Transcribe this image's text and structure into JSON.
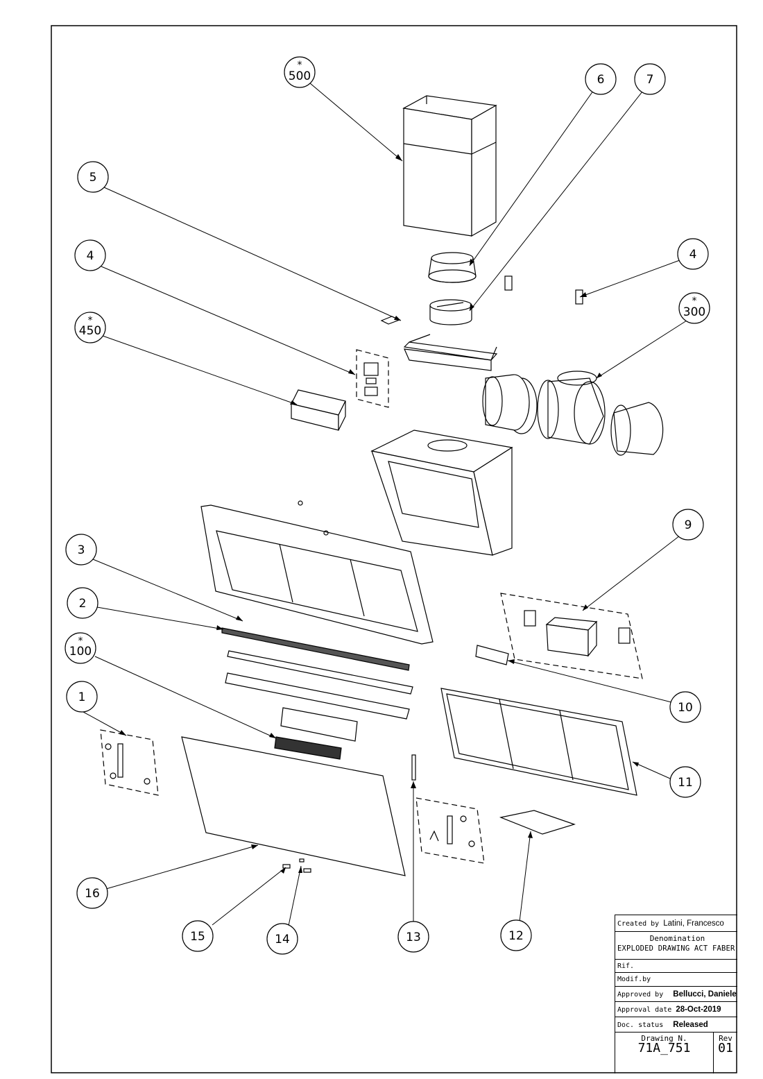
{
  "callouts": [
    {
      "label": "500",
      "star": true
    },
    {
      "label": "6",
      "star": false
    },
    {
      "label": "7",
      "star": false
    },
    {
      "label": "5",
      "star": false
    },
    {
      "label": "4",
      "star": false
    },
    {
      "label": "4",
      "star": false
    },
    {
      "label": "300",
      "star": true
    },
    {
      "label": "450",
      "star": true
    },
    {
      "label": "3",
      "star": false
    },
    {
      "label": "9",
      "star": false
    },
    {
      "label": "2",
      "star": false
    },
    {
      "label": "100",
      "star": true
    },
    {
      "label": "10",
      "star": false
    },
    {
      "label": "1",
      "star": false
    },
    {
      "label": "11",
      "star": false
    },
    {
      "label": "16",
      "star": false
    },
    {
      "label": "15",
      "star": false
    },
    {
      "label": "14",
      "star": false
    },
    {
      "label": "13",
      "star": false
    },
    {
      "label": "12",
      "star": false
    }
  ],
  "star_symbol": "*",
  "title_block": {
    "created_by_label": "Created by",
    "created_by_value": "Latini, Francesco",
    "denomination_label": "Denomination",
    "denomination_value": "EXPLODED DRAWING ACT FABER",
    "rif_label": "Rif.",
    "modif_label": "Modif.by",
    "approved_by_label": "Approved by",
    "approved_by_value": "Bellucci, Daniele",
    "approval_date_label": "Approval date",
    "approval_date_value": "28-Oct-2019",
    "doc_status_label": "Doc. status",
    "doc_status_value": "Released",
    "drawing_n_label": "Drawing N.",
    "drawing_n_value": "71A_751",
    "rev_label": "Rev",
    "rev_value": "01"
  }
}
